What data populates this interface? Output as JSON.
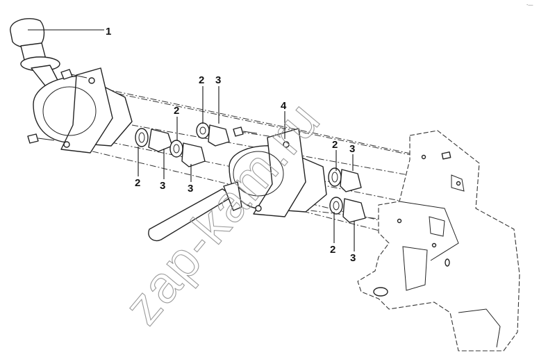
{
  "watermark": "zap-kam.ru",
  "corner_mark": "-—",
  "callouts": {
    "c1": "1",
    "c2a": "2",
    "c3a": "3",
    "c2b": "2",
    "c2c": "2",
    "c3c": "3",
    "c3d": "3",
    "c4": "4",
    "c2e": "2",
    "c3e": "3",
    "c2f": "2",
    "c3f": "3"
  }
}
